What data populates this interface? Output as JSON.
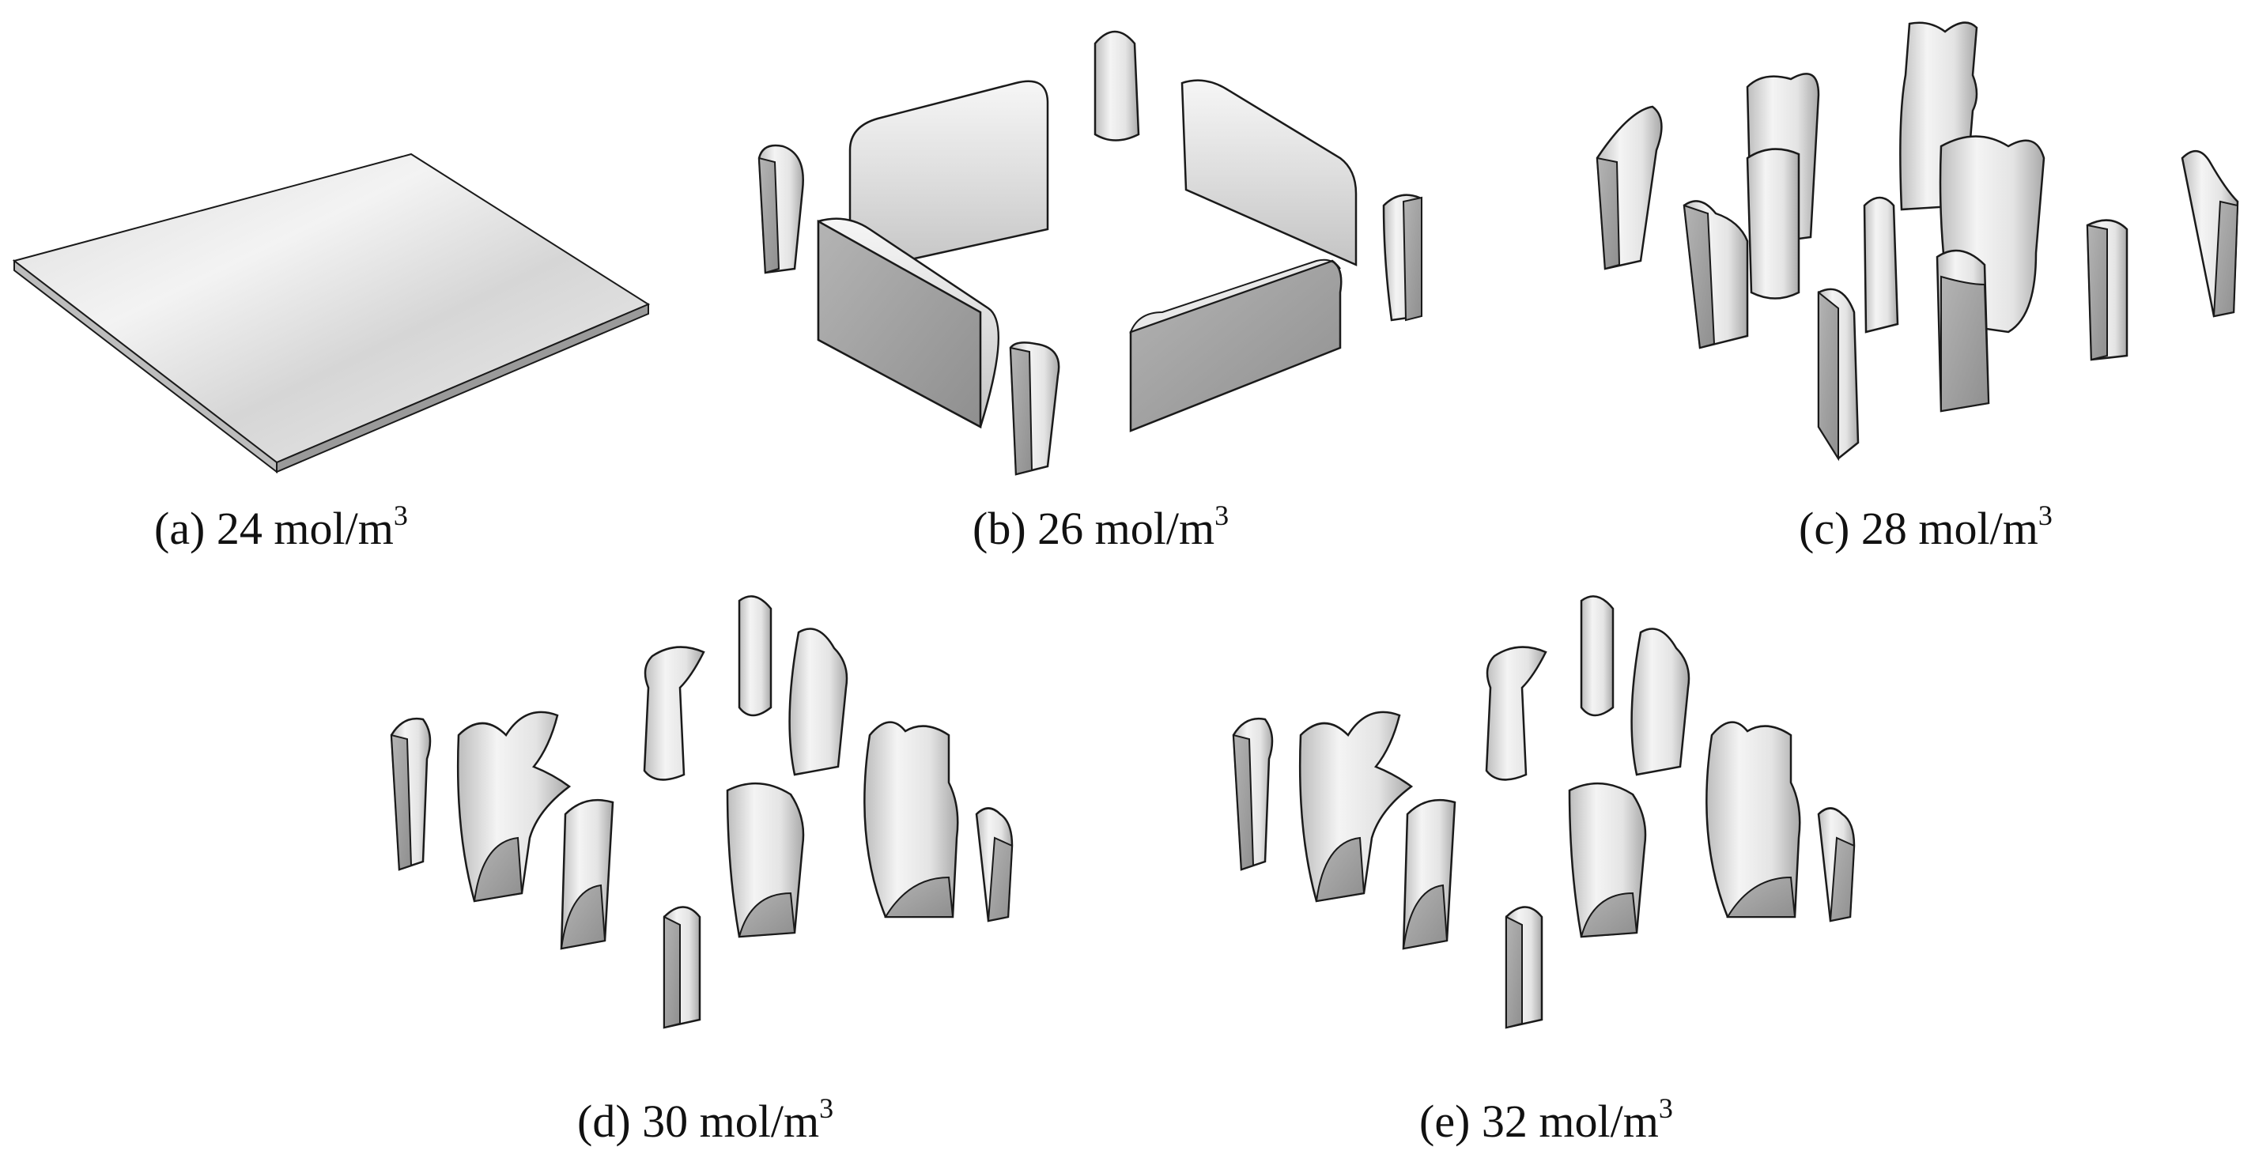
{
  "colors": {
    "surface_light": "#f2f2f2",
    "surface_mid": "#cfcfcf",
    "surface_dark": "#9a9a9a",
    "cut_face": "#a8a8a8",
    "outline": "#1a1a1a",
    "text": "#111111"
  },
  "panels": [
    {
      "id": "a",
      "label": "(a) 24 mol/m",
      "superscript": "3",
      "shape": "flat-plate"
    },
    {
      "id": "b",
      "label": "(b) 26 mol/m",
      "superscript": "3",
      "shape": "four-walls-with-pillars"
    },
    {
      "id": "c",
      "label": "(c) 28 mol/m",
      "superscript": "3",
      "shape": "columns"
    },
    {
      "id": "d",
      "label": "(d) 30 mol/m",
      "superscript": "3",
      "shape": "branched-columns"
    },
    {
      "id": "e",
      "label": "(e) 32 mol/m",
      "superscript": "3",
      "shape": "branched-columns"
    }
  ]
}
